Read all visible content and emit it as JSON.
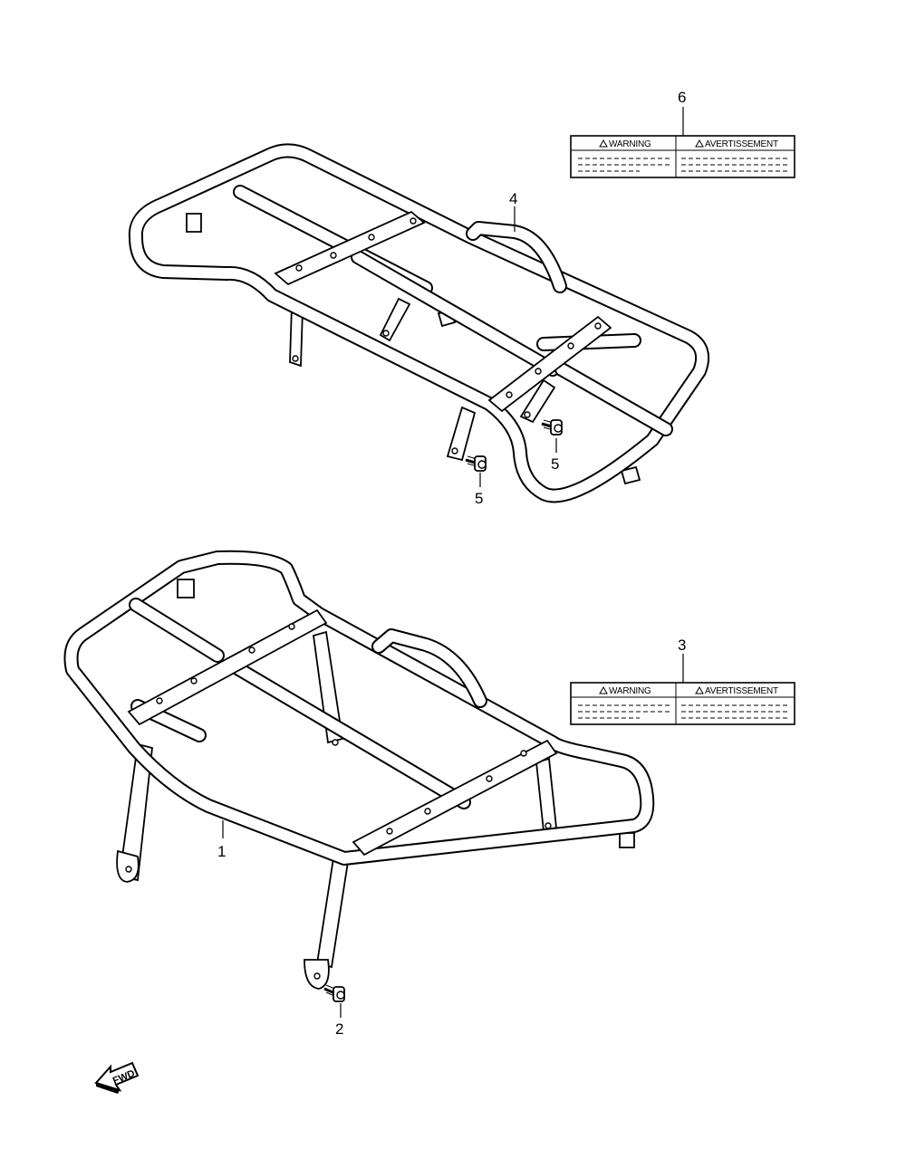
{
  "callouts": {
    "c1": "1",
    "c2": "2",
    "c3": "3",
    "c4": "4",
    "c5a": "5",
    "c5b": "5",
    "c6": "6"
  },
  "label_top": {
    "warning": "WARNING",
    "avertissement": "AVERTISSEMENT"
  },
  "label_bottom": {
    "warning": "WARNING",
    "avertissement": "AVERTISSEMENT"
  },
  "fwd_indicator": {
    "text": "FWD",
    "icon": "forward-arrow-icon"
  },
  "parts": {
    "rear_carrier": "rear-carrier-rack",
    "front_carrier": "front-carrier-rack",
    "bolts": "bolt-icon",
    "warning_icon": "warning-triangle-icon"
  }
}
